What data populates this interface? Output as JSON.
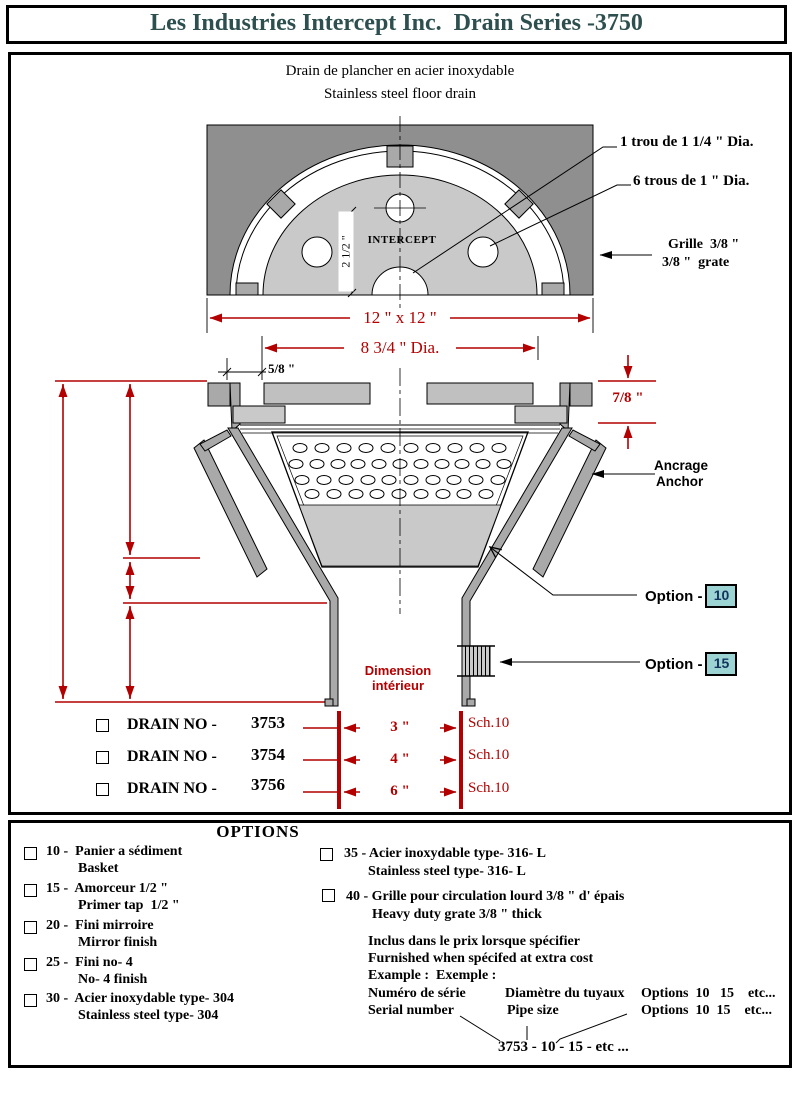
{
  "header": {
    "title": "Les Industries Intercept Inc.  Drain Series -3750"
  },
  "drawing": {
    "title_fr": "Drain de plancher en acier inoxydable",
    "title_en": "Stainless steel floor drain",
    "brand_label": "INTERCEPT",
    "annotations": {
      "hole_center": "1 trou de 1 1/4 \" Dia.",
      "holes_six": "6 trous de 1 \" Dia.",
      "grate_fr": "Grille  3/8 \"",
      "grate_en": "3/8 \"  grate",
      "anchor_fr": "Ancrage",
      "anchor_en": "Anchor",
      "option_label": "Option -",
      "option10": "10",
      "option15": "15",
      "interior_fr_1": "Dimension",
      "interior_fr_2": "intérieur"
    },
    "dimensions": {
      "overall": "12 \" x 12 \"",
      "grate_diameter": "8 3/4 \" Dia.",
      "lip": "5/8 \"",
      "rim_height": "7/8 \"",
      "sump_depth": "2 1/2 \""
    },
    "drains": [
      {
        "label": "DRAIN NO -",
        "number": "3753",
        "pipe_size": "3 \"",
        "schedule": "Sch.10"
      },
      {
        "label": "DRAIN NO -",
        "number": "3754",
        "pipe_size": "4 \"",
        "schedule": "Sch.10"
      },
      {
        "label": "DRAIN NO -",
        "number": "3756",
        "pipe_size": "6 \"",
        "schedule": "Sch.10"
      }
    ]
  },
  "options": {
    "title": "OPTIONS",
    "left": [
      {
        "line1": "10 -  Panier a sédiment",
        "line2": "Basket"
      },
      {
        "line1": "15 -  Amorceur 1/2 \"",
        "line2": "Primer tap  1/2 \""
      },
      {
        "line1": "20 -  Fini mirroire",
        "line2": "Mirror finish"
      },
      {
        "line1": "25 -  Fini no- 4",
        "line2": "No- 4 finish"
      },
      {
        "line1": "30 -  Acier inoxydable type- 304",
        "line2": "Stainless steel type- 304"
      }
    ],
    "right": [
      {
        "line1": "35 - Acier inoxydable type- 316- L",
        "line2": "Stainless steel type- 316- L"
      },
      {
        "line1": "40 - Grille pour circulation lourd 3/8 \" d' épais",
        "line2": "Heavy duty grate 3/8 \" thick"
      }
    ],
    "note_fr": "Inclus dans le prix lorsque spécifier",
    "note_en": "Furnished when spécifed at extra cost",
    "example_label": "Example :  Exemple :",
    "legend": {
      "serial_fr": "Numéro de série",
      "serial_en": "Serial number",
      "pipe_fr": "Diamètre du tuyaux",
      "pipe_en": "Pipe size",
      "options_fr": "Options  10   15    etc...",
      "options_en": "Options  10  15    etc..."
    },
    "example_code": "3753 - 10 - 15 - etc ..."
  },
  "colors": {
    "dimension_red": "#b30000",
    "header_text": "#2e4f4f",
    "option_highlight": "#9cd4d4"
  }
}
